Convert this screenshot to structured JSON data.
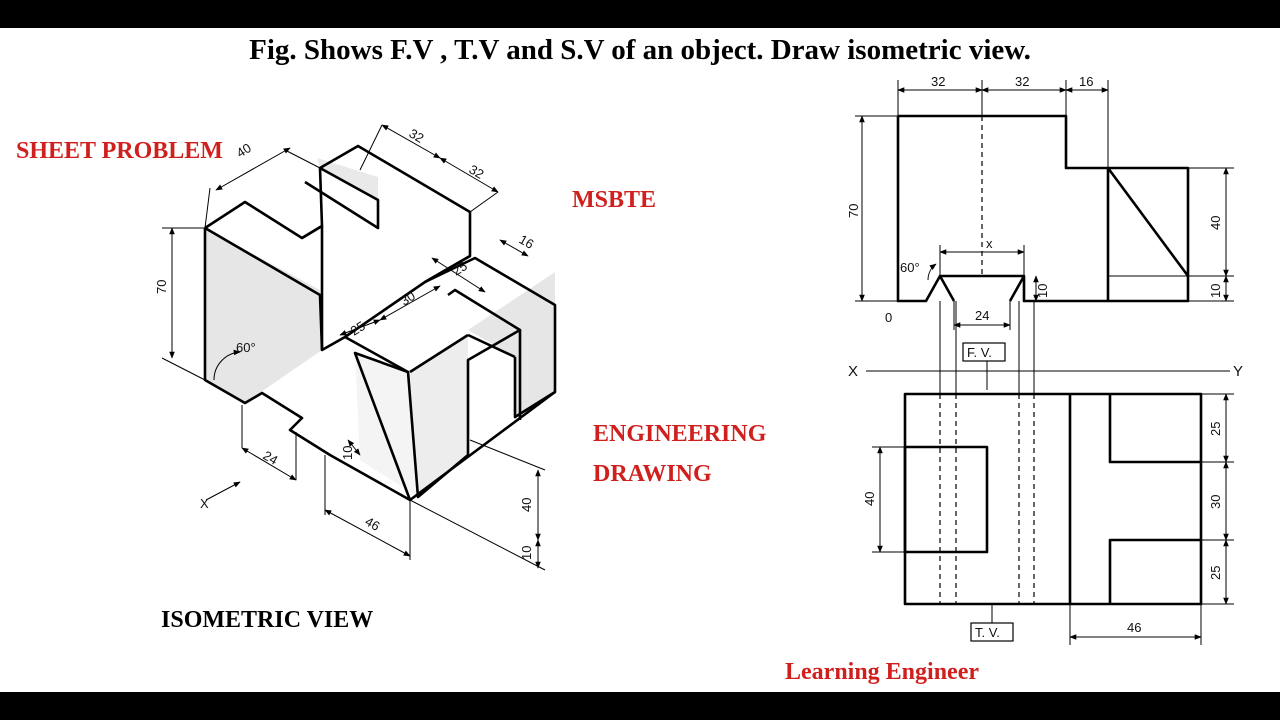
{
  "title": "Fig. Shows F.V , T.V and S.V of an object. Draw isometric view.",
  "labels": {
    "sheet_problem": "SHEET PROBLEM",
    "msbte": "MSBTE",
    "engineering": "ENGINEERING",
    "drawing": "DRAWING",
    "isometric_view": "ISOMETRIC VIEW",
    "learning_engineer": "Learning Engineer"
  },
  "isometric_dims": {
    "d32a": "32",
    "d32b": "32",
    "d40": "40",
    "d16": "16",
    "d25a": "25",
    "d30": "30",
    "d25b": "25",
    "d70": "70",
    "angle": "60°",
    "d24": "24",
    "d10a": "10",
    "d46": "46",
    "d40b": "40",
    "d10b": "10",
    "axis_x": "X"
  },
  "orthographic_dims": {
    "top32a": "32",
    "top32b": "32",
    "top16": "16",
    "left70": "70",
    "angle": "60°",
    "x": "x",
    "d10": "10",
    "zero": "0",
    "d24": "24",
    "right40": "40",
    "right10": "10",
    "fv": "F. V.",
    "axis_x": "X",
    "axis_y": "Y",
    "tv": "T. V.",
    "tv40": "40",
    "tv25a": "25",
    "tv30": "30",
    "tv25b": "25",
    "tv46": "46"
  }
}
